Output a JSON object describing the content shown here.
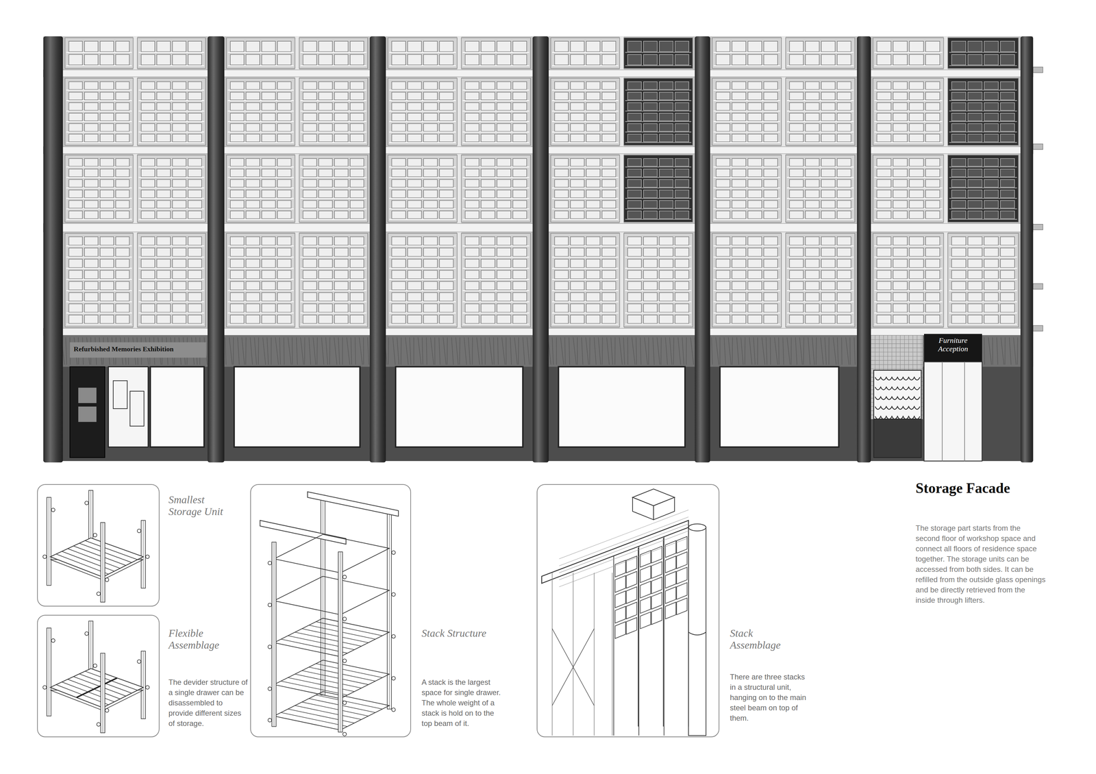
{
  "diagram": {
    "title": "Storage Facade",
    "caption": "The storage part starts from the second floor of workshop space and connect all floors of residence space together. The storage units can be accessed from both sides. It can be refilled from the outside glass openings and be directly retrieved from the inside through lifters.",
    "nodes": [
      {
        "text": [
          "Smallest Storage Unit"
        ]
      },
      {
        "text": [
          "Flexible Assemblage",
          "The devider structure of a single drawer can be disassembled to provide different sizes of storage."
        ]
      },
      {
        "text": [
          "Stack Structure",
          "A stack is the largest space for single drawer. The whole weight of a stack is hold on to the top beam of it."
        ]
      },
      {
        "text": [
          "Stack Assemblage",
          "There are three stacks in a structural unit, hanging on to the main steel beam on top of them."
        ]
      }
    ],
    "labels": [
      "Refurbished Memories Exhibition",
      "Furniture Acception"
    ]
  }
}
